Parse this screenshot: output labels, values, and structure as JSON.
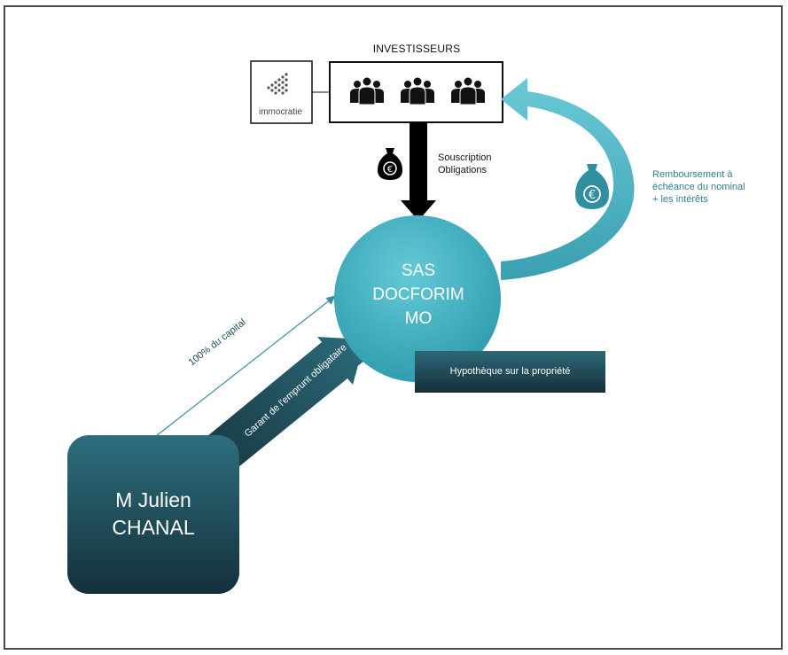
{
  "investisseurs_title": "INVESTISSEURS",
  "souscription": "Souscription\nObligations",
  "remboursement": "Remboursement à\néchéance du nominal\n+ les intérêts",
  "sas_label": "SAS\nDOCFORIM\nMO",
  "julien_label": "M Julien\nCHANAL",
  "hypotheque": "Hypothèque sur la propriété",
  "capital_label": "100% du capital",
  "garant_label": "Garant de l'emprunt obligataire",
  "logo_text": "immocratie",
  "icons": [
    "people-group-icon",
    "people-group-icon",
    "people-group-icon",
    "money-bag-icon",
    "money-bag-icon"
  ],
  "colors": {
    "teal": "#3fa9bb",
    "dark_teal": "#1d4a56",
    "black": "#000000"
  }
}
